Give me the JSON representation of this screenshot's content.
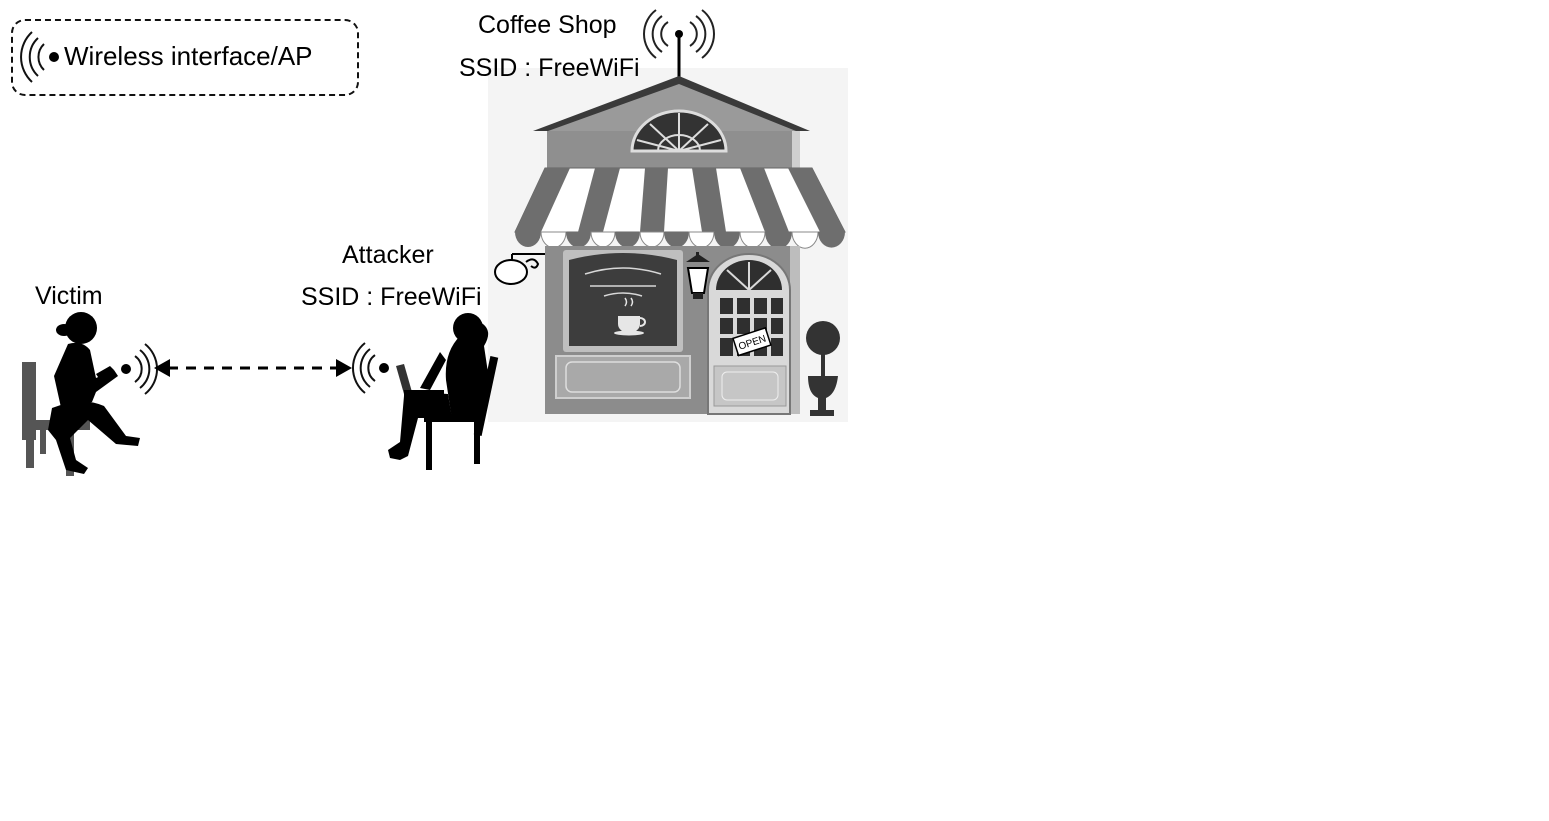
{
  "legend": {
    "label": "Wireless interface/AP",
    "icon": "wifi-signal-icon"
  },
  "coffee_shop": {
    "title": "Coffee Shop",
    "ssid": "SSID : FreeWiFi",
    "sign_text": "OPEN",
    "icon": "storefront-icon"
  },
  "attacker": {
    "title": "Attacker",
    "ssid": "SSID : FreeWiFi",
    "icon": "person-laptop-icon"
  },
  "victim": {
    "title": "Victim",
    "icon": "person-phone-icon"
  },
  "connection": {
    "style": "dashed",
    "direction": "bidirectional"
  },
  "colors": {
    "awning_dark": "#6e6e6e",
    "building": "#8c8c8c",
    "window": "#3d3d3d",
    "silhouette": "#000000"
  }
}
